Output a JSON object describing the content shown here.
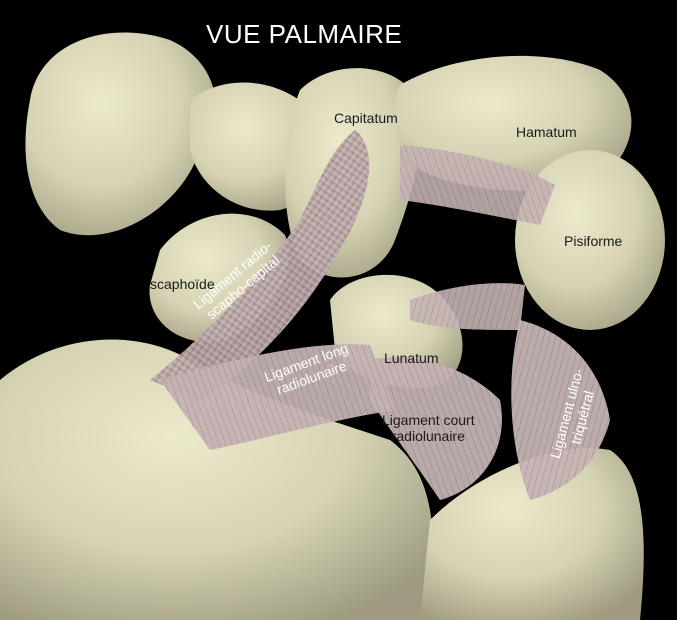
{
  "title": "VUE PALMAIRE",
  "labels": {
    "capitatum": "Capitatum",
    "hamatum": "Hamatum",
    "pisiforme": "Pisiforme",
    "scaphoide": "scaphoïde",
    "lunatum": "Lunatum",
    "lig_radio_scapho_capital": [
      "Ligament radio-",
      "scapho-capital"
    ],
    "lig_long_radiolunaire": [
      "Ligament long",
      "radiolunaire"
    ],
    "lig_court_radiolunaire": [
      "Ligament court",
      "radiolunaire"
    ],
    "lig_ulno_triquetral": [
      "Ligament ulno-",
      "triquétral"
    ]
  },
  "colors": {
    "background": "#000000",
    "bone": "#d9d6b8",
    "bone_shadow": "#a9a68a",
    "ligament": "#c9b8b8",
    "ligament_shadow": "#8f7d80"
  }
}
